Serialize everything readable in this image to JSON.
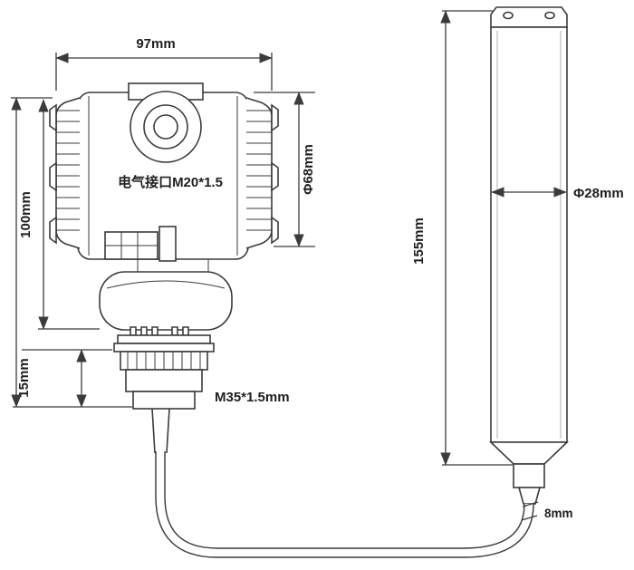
{
  "colors": {
    "line": "#3b3b3b",
    "text": "#1f1f1f",
    "background": "#ffffff"
  },
  "labels": {
    "head_width": "97mm",
    "head_height": "100mm",
    "head_diameter": "Φ68mm",
    "electrical_port": "电气接口M20*1.5",
    "flange_thickness": "15mm",
    "thread_spec": "M35*1.5mm",
    "probe_length": "155mm",
    "probe_diameter": "Φ28mm",
    "cable_diameter": "8mm"
  }
}
